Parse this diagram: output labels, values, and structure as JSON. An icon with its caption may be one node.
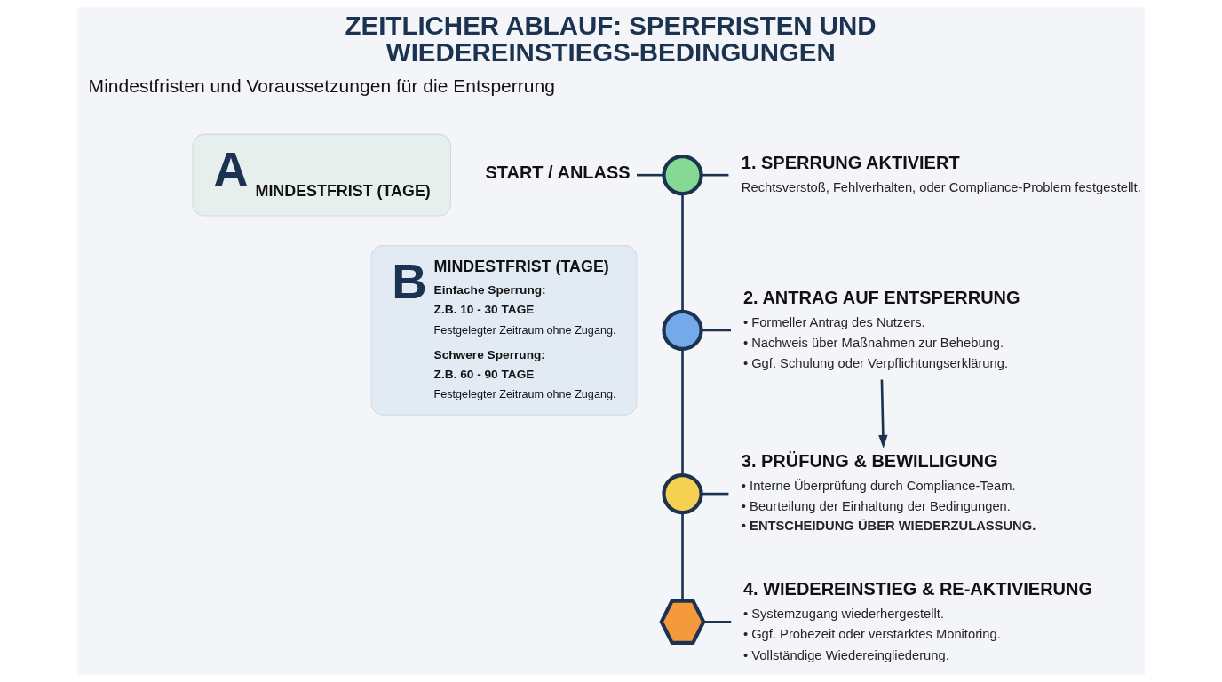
{
  "diagram": {
    "title": "ZEITLICHER ABLAUF: SPERFRISTEN UND WIEDEREINSTIEGS-BEDINGUNGEN",
    "nodes": [
      {
        "text": [
          "START / ANLASS"
        ]
      },
      {
        "text": [],
        "shape": "circle"
      },
      {
        "text": [
          "1. SPERRUNG AKTIVIERT",
          "Rechtsverstoß, Fehlverhalten, oder Compliance-Problem festgestellt."
        ]
      },
      {
        "text": [],
        "shape": "circle"
      },
      {
        "text": [
          "2. ANTRAG AUF ENTSPERRUNG",
          "• Formeller Antrag des Nutzers.",
          "• Nachweis über Maßnahmen zur Behebung.",
          "• Ggf. Schulung oder Verpflichtungserklärung."
        ]
      },
      {
        "text": [],
        "shape": "circle"
      },
      {
        "text": [
          "3. PRÜFUNG & BEWILLIGUNG",
          "• Interne Überprüfung durch Compliance-Team.",
          "• Beurteilung der Einhaltung der Bedingungen.",
          "• ENTSCHEIDUNG ÜBER WIEDERZULASSUNG."
        ]
      },
      {
        "text": [],
        "shape": "hexagon"
      },
      {
        "text": [
          "4. WIEDEREINSTIEG & RE-AKTIVIERUNG",
          "• Systemzugang wiederhergestellt.",
          "• Ggf. Probezeit oder verstärktes Monitoring.",
          "• Vollständige Wiedereingliederung."
        ]
      },
      {
        "text": [
          "A",
          "MINDESTFRIST (TAGE)"
        ]
      },
      {
        "text": [
          "B",
          "MINDESTFRIST (TAGE)",
          "Einfache Sperrung:",
          "Z.B. 10 - 30 TAGE",
          "Festgelegter Zeitraum ohne Zugang.",
          "Schwere Sperrung:",
          "Z.B. 60 - 90 TAGE",
          "Festgelegter Zeitraum ohne Zugang."
        ]
      }
    ],
    "edges": [
      {
        "from": 0,
        "to": 1,
        "arrow": "none"
      },
      {
        "from": 1,
        "to": 2,
        "arrow": "none"
      },
      {
        "from": 1,
        "to": 3,
        "arrow": "none"
      },
      {
        "from": 3,
        "to": 4,
        "arrow": "none"
      },
      {
        "from": 4,
        "to": 6,
        "arrow": "to"
      },
      {
        "from": 3,
        "to": 5,
        "arrow": "none"
      },
      {
        "from": 5,
        "to": 6,
        "arrow": "none"
      },
      {
        "from": 5,
        "to": 7,
        "arrow": "none"
      },
      {
        "from": 7,
        "to": 8,
        "arrow": "none"
      }
    ],
    "labels": [
      "Mindestfristen und Voraussetzungen für die Entsperrung"
    ]
  }
}
